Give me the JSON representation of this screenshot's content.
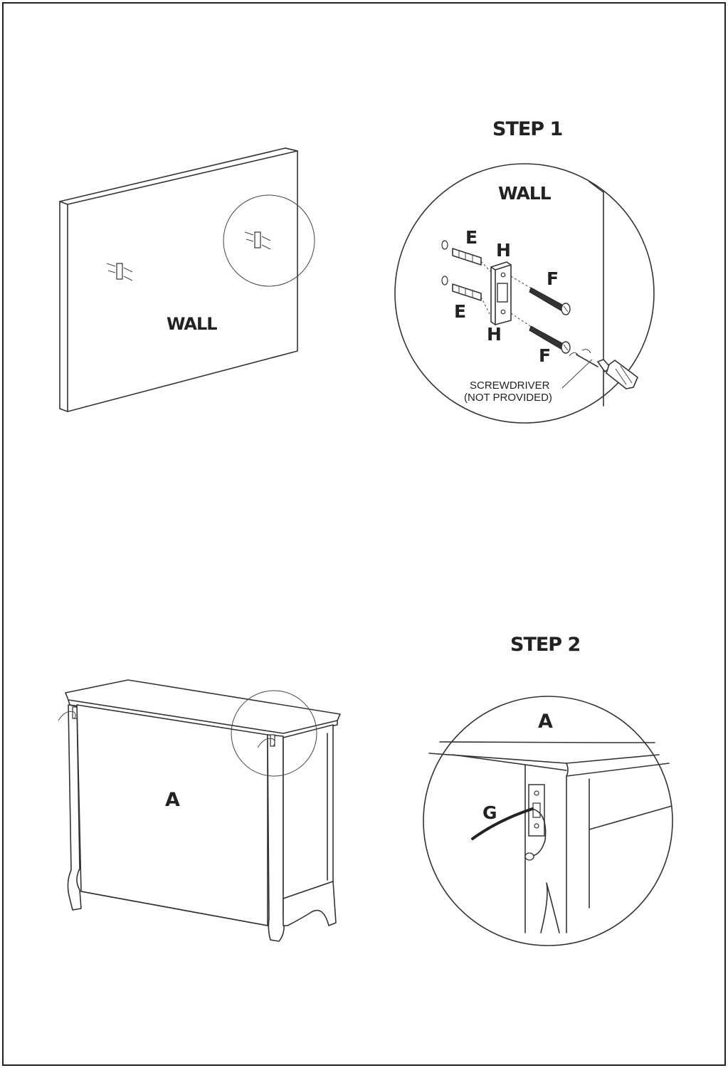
{
  "step1": {
    "title": "STEP 1",
    "overview_label": "WALL",
    "detail": {
      "wall_label": "WALL",
      "part_e_upper": "E",
      "part_h_upper": "H",
      "part_f_upper": "F",
      "part_e_lower": "E",
      "part_h_lower": "H",
      "part_f_lower": "F",
      "tool_line1": "SCREWDRIVER",
      "tool_line2": "(NOT PROVIDED)"
    }
  },
  "step2": {
    "title": "STEP 2",
    "overview_label": "A",
    "detail": {
      "cabinet_label": "A",
      "part_g": "G"
    }
  }
}
